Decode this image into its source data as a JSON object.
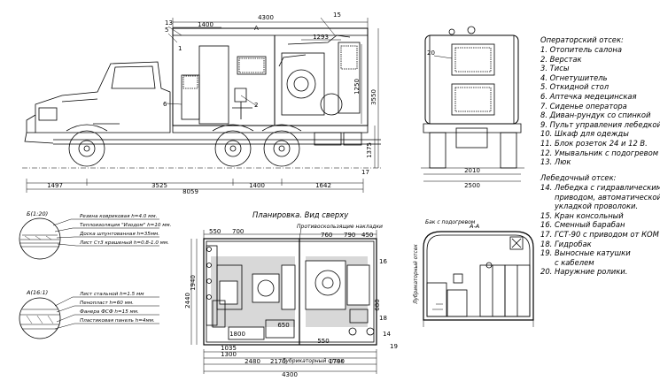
{
  "side_view": {
    "dims_top": [
      "4300",
      "1400",
      "1293"
    ],
    "dims_bottom": [
      "1497",
      "3525",
      "1400",
      "1642"
    ],
    "total_length": "8059",
    "heights": [
      "1250",
      "3550",
      "1375"
    ],
    "callouts": [
      "13",
      "5",
      "1",
      "15",
      "A",
      "2",
      "6",
      "17"
    ]
  },
  "rear_view": {
    "dims": [
      "2010",
      "2500"
    ],
    "callout": "20"
  },
  "legend": {
    "operator_title": "Операторский отсек:",
    "operator_items": [
      "1. Отопитель салона",
      "2. Верстак",
      "3. Тисы",
      "4. Огнетушитель",
      "5. Откидной стол",
      "6. Аптечка медецинская",
      "7. Сиденье оператора",
      "8. Диван-рундук со спинкой",
      "9. Пульт управления лебедкой",
      "10. Шкаф для одежды",
      "11. Блок розеток 24 и 12 В.",
      "12. Умывальник с подогревом",
      "13. Люк"
    ],
    "winch_title": "Лебедочный отсек:",
    "winch_items": [
      "14. Лебедка с гидравлическим\n      приводом, автоматической\n      укладкой проволоки.",
      "15. Кран консольный",
      "16. Сменный барабан",
      "17. ГСТ-90 с приводом от КОМ",
      "18. Гидробак",
      "19. Выносные катушки\n      с кабелем",
      "20. Наружние ролики."
    ]
  },
  "detail_b": {
    "title": "Б(1:20)",
    "layers": [
      "Резина ковриковая h=4.0 мм.",
      "Теплоизоляция \"Изодом\" h=10 мм.",
      "Доска шпунтованная h=35мм.",
      "Лист Ст3 крашеный h=0.8-1.0 мм."
    ]
  },
  "detail_a": {
    "title": "А(16:1)",
    "layers": [
      "Лист стальной h=1.5 мм",
      "Пенопласт h=60 мм.",
      "Фанера ФСФ h=15 мм.",
      "Пластиковая панель h=4мм."
    ]
  },
  "plan": {
    "title": "Планировка. Вид сверху",
    "anti_slip": "Противоскользящие накладки",
    "lubricant": "Лубрикаторный отсек",
    "top_dims": [
      "550",
      "700",
      "760",
      "790",
      "450"
    ],
    "left_dims": [
      "2440",
      "1940",
      "680"
    ],
    "inner_dims": [
      "1800",
      "650",
      "550"
    ],
    "bottom_dims": [
      "1035",
      "1300",
      "2480",
      "2170",
      "1700",
      "4300"
    ],
    "numbers": [
      "16",
      "18",
      "14",
      "19"
    ]
  },
  "section_aa": {
    "title": "А-А",
    "tank_label": "Бак с подогревом",
    "side_label": "Лубрикаторный отсек"
  }
}
